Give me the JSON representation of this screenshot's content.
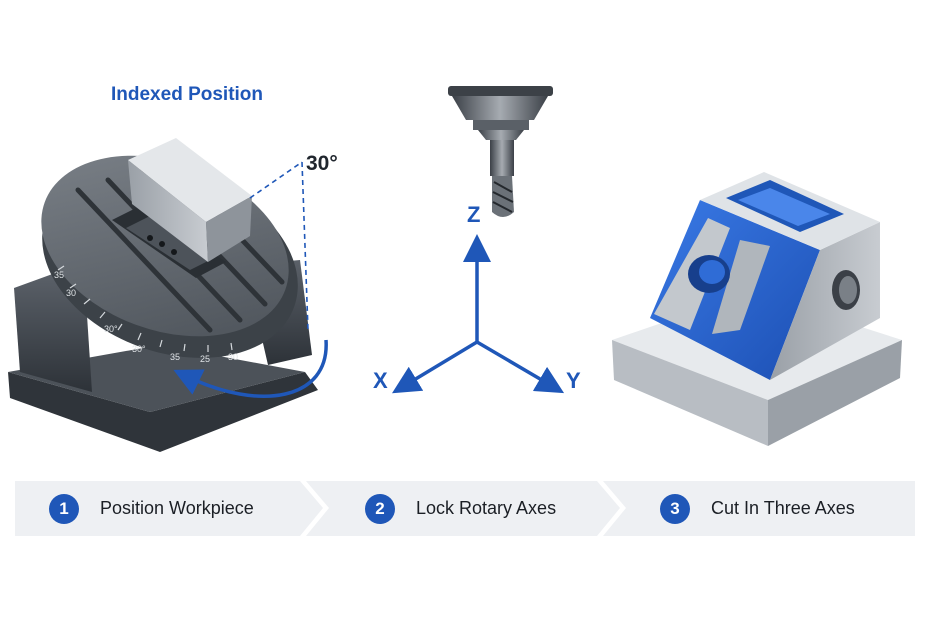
{
  "heading": "Indexed Position",
  "angle_label": "30°",
  "axes": {
    "x": "X",
    "y": "Y",
    "z": "Z"
  },
  "scale_marks": [
    "35",
    "30",
    "30°",
    "30°",
    "35",
    "25",
    "30"
  ],
  "steps": [
    {
      "number": "1",
      "label": "Position Workpiece"
    },
    {
      "number": "2",
      "label": "Lock Rotary Axes"
    },
    {
      "number": "3",
      "label": "Cut In Three Axes"
    }
  ],
  "colors": {
    "accent": "#1f57b8",
    "steel": "#b9bec4",
    "dark_metal": "#3e444b",
    "step_bar": "#eef0f3"
  }
}
